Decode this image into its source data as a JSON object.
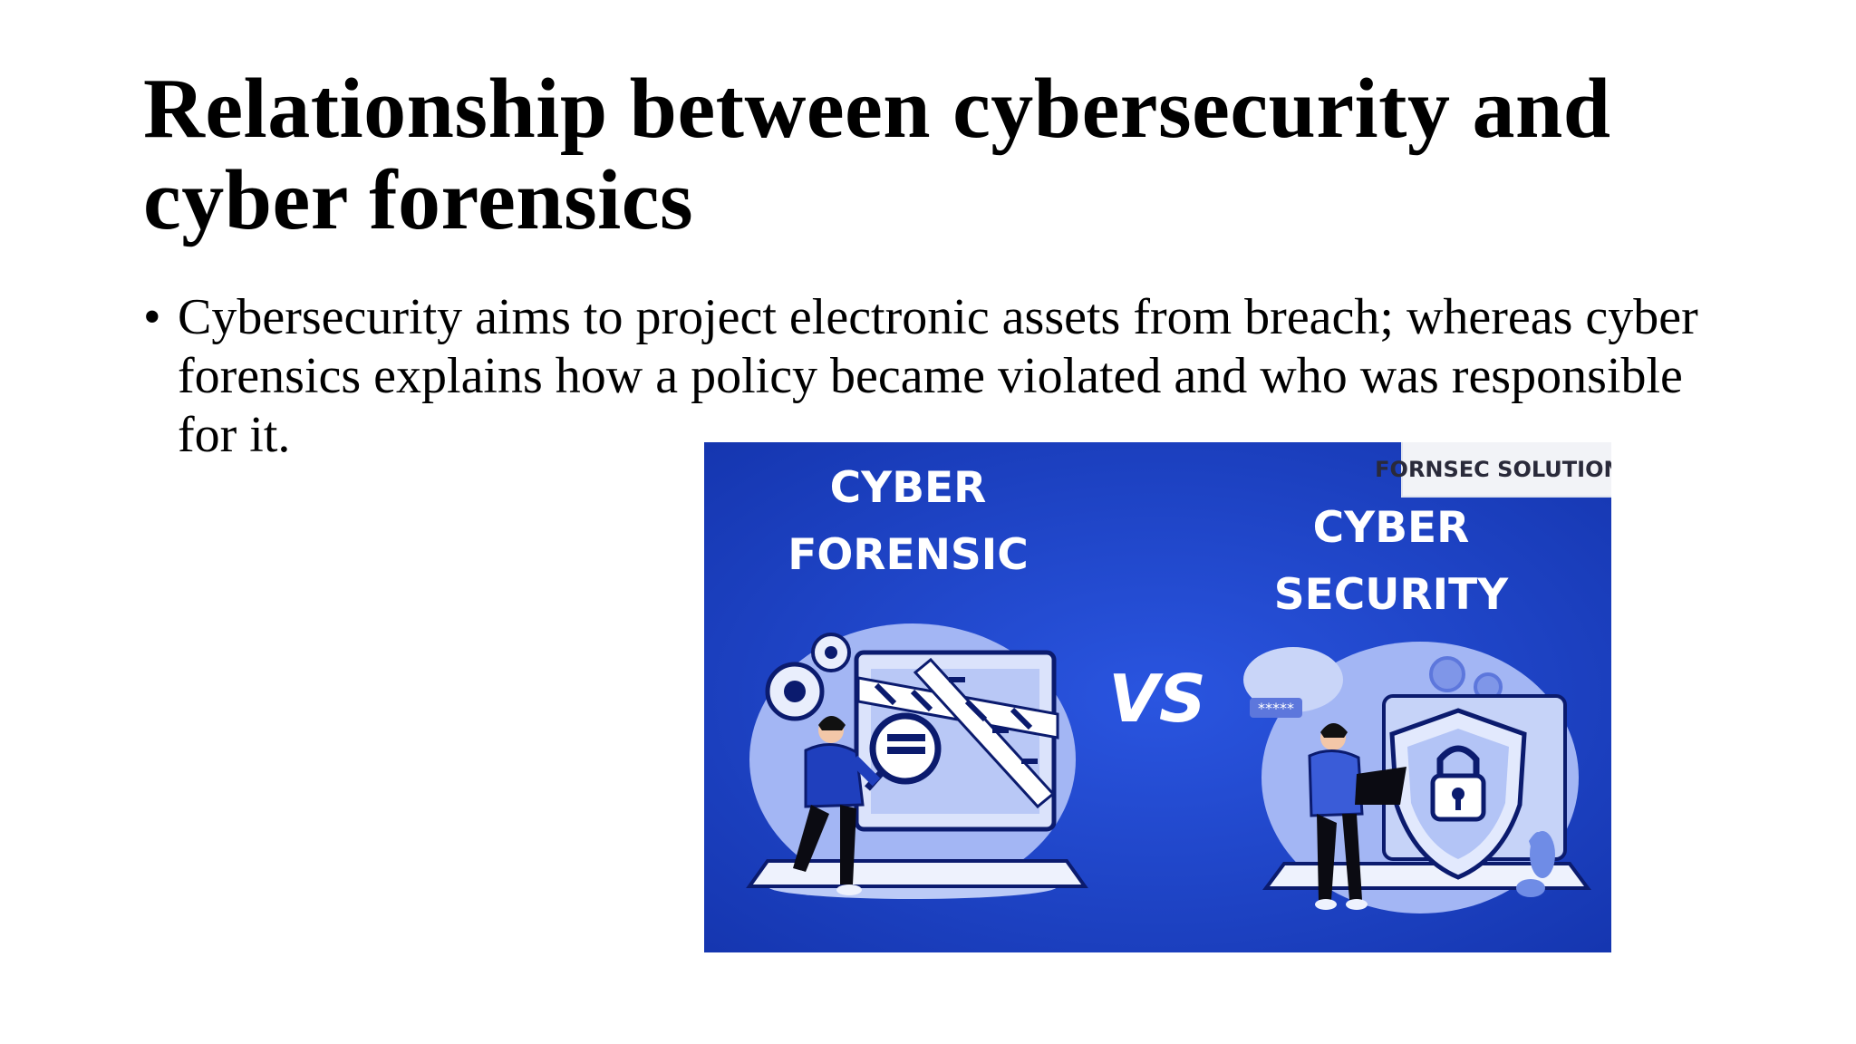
{
  "slide": {
    "title": "Relationship between cybersecurity and cyber forensics",
    "bullets": [
      {
        "marker": "•",
        "text": "Cybersecurity aims to project electronic assets from breach; whereas cyber forensics explains how a policy became violated and who was responsible for it."
      }
    ]
  },
  "graphic": {
    "left_heading_line1": "CYBER",
    "left_heading_line2": "FORENSIC",
    "right_heading_line1": "CYBER",
    "right_heading_line2": "SECURITY",
    "versus": "VS",
    "logo": "FORNSEC SOLUTIONS",
    "password_field": "*****",
    "colors": {
      "background": "#1a3fc4",
      "circle": "#9db0f2",
      "dark_ink": "#0b1b6e",
      "white": "#ffffff"
    }
  }
}
